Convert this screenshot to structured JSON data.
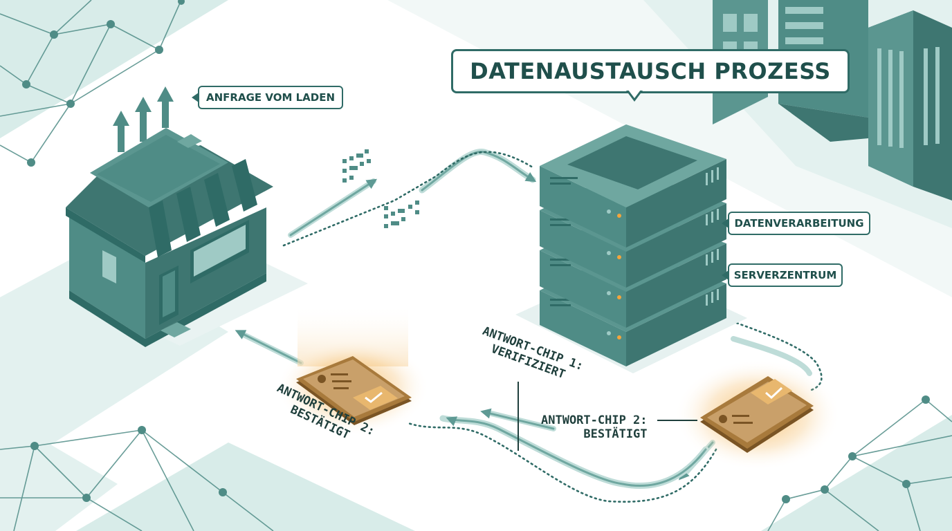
{
  "diagram": {
    "title": "DATENAUSTAUSCH PROZESS",
    "labels": {
      "request": "ANFRAGE VOM LADEN",
      "processing": "DATENVERARBEITUNG",
      "server_center": "SERVERZENTRUM"
    },
    "annotations": {
      "chip_left": {
        "line1": "ANTWORT-CHIP 2:",
        "line2": "BESTÄTIGT"
      },
      "chip_mid": {
        "line1": "ANTWORT-CHIP 1:",
        "line2": "VERIFIZIERT"
      },
      "chip_right": {
        "line1": "ANTWORT-CHIP 2:",
        "line2": "BESTÄTIGT"
      }
    },
    "colors": {
      "teal_dark": "#2f6b66",
      "teal_mid": "#4f8c86",
      "teal_light": "#cfe6e2",
      "chip_glow": "#f3a53c"
    },
    "icons": [
      "store-icon",
      "server-stack-icon",
      "office-building-icon",
      "response-chip-icon",
      "network-mesh-icon"
    ]
  }
}
